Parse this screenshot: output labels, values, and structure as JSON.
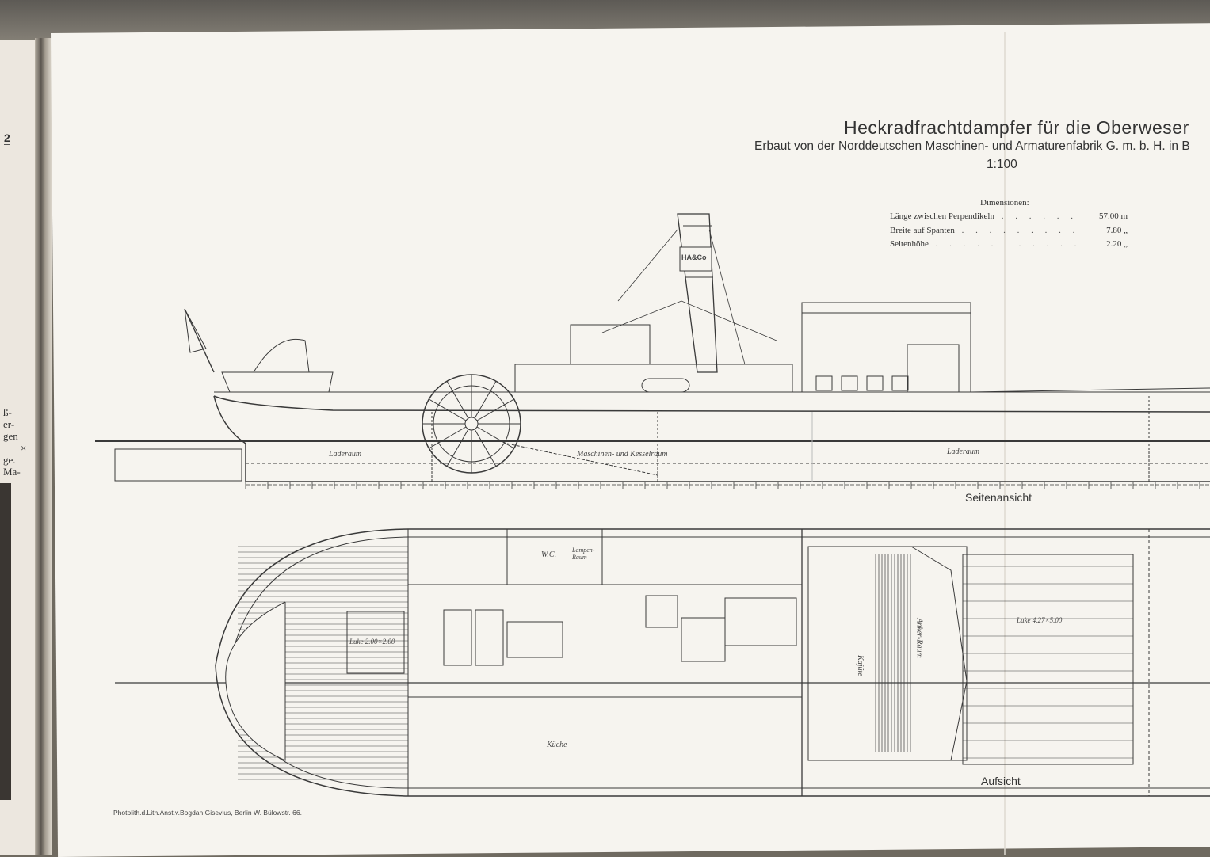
{
  "left_page": {
    "page_number": "2",
    "text_fragments": [
      "ß-",
      "er-",
      "gen",
      "×",
      "ge.",
      "Ma-"
    ]
  },
  "header": {
    "title": "Heckradfrachtdampfer für die Oberweser",
    "subtitle": "Erbaut von der Norddeutschen Maschinen- und Armaturenfabrik G. m. b. H. in B",
    "scale": "1:100"
  },
  "dimensions": {
    "heading": "Dimensionen:",
    "rows": [
      {
        "label": "Länge zwischen Perpendikeln",
        "value": "57.00 m"
      },
      {
        "label": "Breite auf Spanten",
        "value": "7.80 „"
      },
      {
        "label": "Seitenhöhe",
        "value": "2.20 „"
      }
    ]
  },
  "side_view": {
    "label": "Seitenansicht",
    "funnel_mark": "HA&Co",
    "compartments": [
      "Laderaum",
      "Maschinen- und Kesselraum",
      "Laderaum"
    ]
  },
  "plan_view": {
    "label": "Aufsicht",
    "rooms": [
      "Luke 2.00×2.00",
      "W.C.",
      "Lampen-Raum",
      "Küche",
      "Kajüte",
      "Anker-Raum",
      "Luke 4.27×5.00"
    ]
  },
  "credit": "Photolith.d.Lith.Anst.v.Bogdan Gisevius, Berlin W. Bülowstr. 66."
}
